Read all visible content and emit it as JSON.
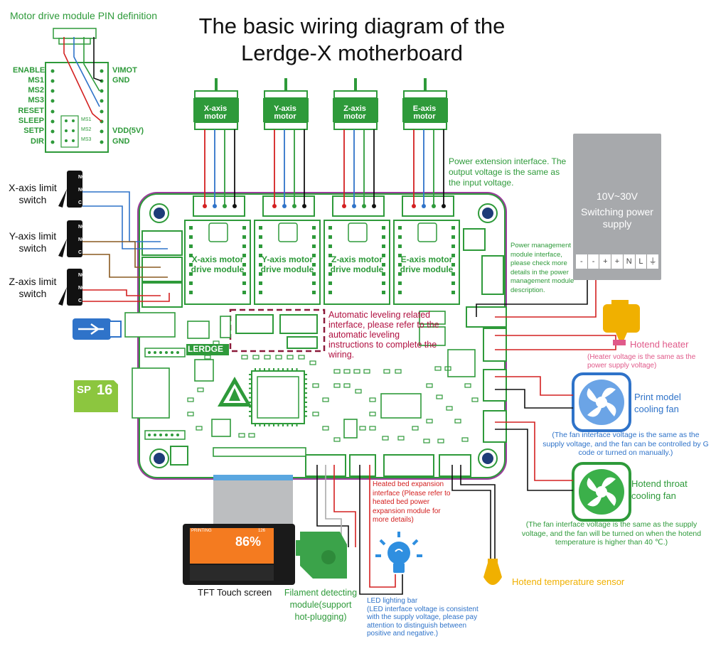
{
  "title": "The basic wiring diagram of the Lerdge-X motherboard",
  "pin_definition": {
    "title": "Motor drive module PIN definition",
    "left_pins": [
      "ENABLE",
      "MS1",
      "MS2",
      "MS3",
      "RESET",
      "SLEEP",
      "SETP",
      "DIR"
    ],
    "right_pins_top": [
      "VIMOT",
      "GND"
    ],
    "right_pins_bottom": [
      "VDD(5V)",
      "GND"
    ],
    "jumpers": [
      "MS1",
      "MS2",
      "MS3"
    ]
  },
  "limit_switches": [
    "X-axis limit switch",
    "Y-axis limit switch",
    "Z-axis limit switch"
  ],
  "switch_pin_labels": [
    "NC",
    "NO",
    "C"
  ],
  "motors": [
    "X-axis motor",
    "Y-axis motor",
    "Z-axis motor",
    "E-axis motor"
  ],
  "drive_modules": [
    "X-axis motor drive module",
    "Y-axis motor drive module",
    "Z-axis motor drive module",
    "E-axis motor drive module"
  ],
  "board_logo": "LERDGE",
  "sd_card": {
    "brand": "SP",
    "size": "16"
  },
  "power_extension": "Power extension interface. The output voltage is the same as the input voltage.",
  "psu": {
    "voltage": "10V~30V",
    "label": "Switching power supply",
    "terminals": [
      "-",
      "-",
      "+",
      "+",
      "N",
      "L",
      "⏚"
    ]
  },
  "power_management": "Power management module interface, please check more details in the power management module description.",
  "auto_leveling": "Automatic leveling related interface, please refer to the automatic leveling instructions to complete the wiring.",
  "hotend_heater": {
    "label": "Hotend heater",
    "note": "(Heater voltage is the same as the power supply voltage)"
  },
  "print_fan": {
    "label": "Print model cooling fan",
    "note": "(The fan interface voltage is the same as the supply voltage, and the fan can be controlled by G code or turned on manually.)"
  },
  "throat_fan": {
    "label": "Hotend throat cooling fan",
    "note": "(The fan interface voltage is the same as the supply voltage, and the fan will be turned on when the hotend temperature is higher than 40 ℃.)"
  },
  "heated_bed": "Heated bed expansion interface (Please refer to heated bed power expansion module for more details)",
  "led_bar": {
    "label": "LED lighting bar",
    "note": "(LED interface voltage is consistent with the supply voltage, please pay attention to distinguish between positive and negative.)"
  },
  "temp_sensor": "Hotend temperature sensor",
  "tft": "TFT Touch screen",
  "tft_screen": {
    "brand": "PRINTING",
    "percent": "86%",
    "time": "126"
  },
  "filament": "Filament detecting module(support hot-plugging)",
  "colors": {
    "green": "#2e9a3a",
    "board_border": "#9b3d9c",
    "blue": "#2f73c9",
    "red": "#d32020",
    "yellow": "#f0b000",
    "pink": "#e05a8a"
  }
}
